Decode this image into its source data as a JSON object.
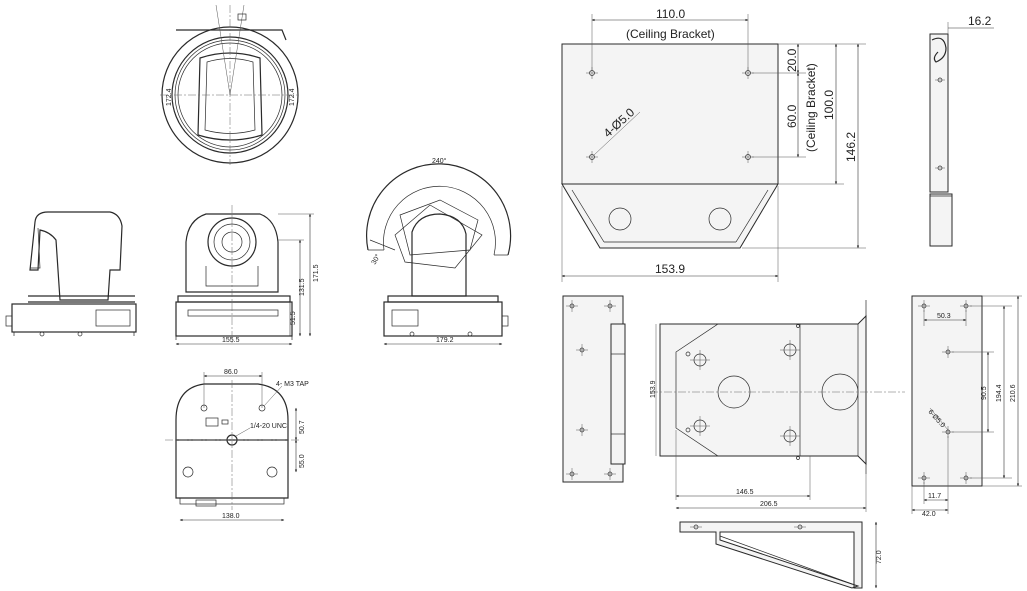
{
  "camera_views": {
    "top": {
      "dim_left": "172.4",
      "dim_right": "172.4"
    },
    "front": {
      "width": "155.5",
      "height_total": "171.5",
      "height_mid": "131.5",
      "height_base": "51.5"
    },
    "tilt": {
      "angle": "240°",
      "width": "179.2",
      "small_angle": "30°"
    },
    "bottom": {
      "top_width": "86.0",
      "tap_label": "4- M3 TAP",
      "unc_label": "1/4-20 UNC",
      "dim_a": "50.7",
      "dim_b": "55.0",
      "bottom_width": "138.0"
    }
  },
  "ceiling_bracket": {
    "hole_spacing": "110.0",
    "hole_spacing_note": "(Ceiling Bracket)",
    "vert_top": "20.0",
    "vert_mid": "60.0",
    "vert_mid_note": "(Ceiling Bracket)",
    "vert_inner": "100.0",
    "height": "146.2",
    "width": "153.9",
    "holes": "4-Ø5.0",
    "side_thickness": "16.2"
  },
  "wall_bracket": {
    "height": "153.9",
    "inner_width": "146.5",
    "outer_width": "206.5",
    "depth": "72.0",
    "hole_spacing": "50.3",
    "vert_a": "90.5",
    "vert_b": "194.4",
    "vert_c": "210.6",
    "holes": "6-Ø5.0",
    "edge_a": "11.7",
    "edge_b": "42.0"
  }
}
